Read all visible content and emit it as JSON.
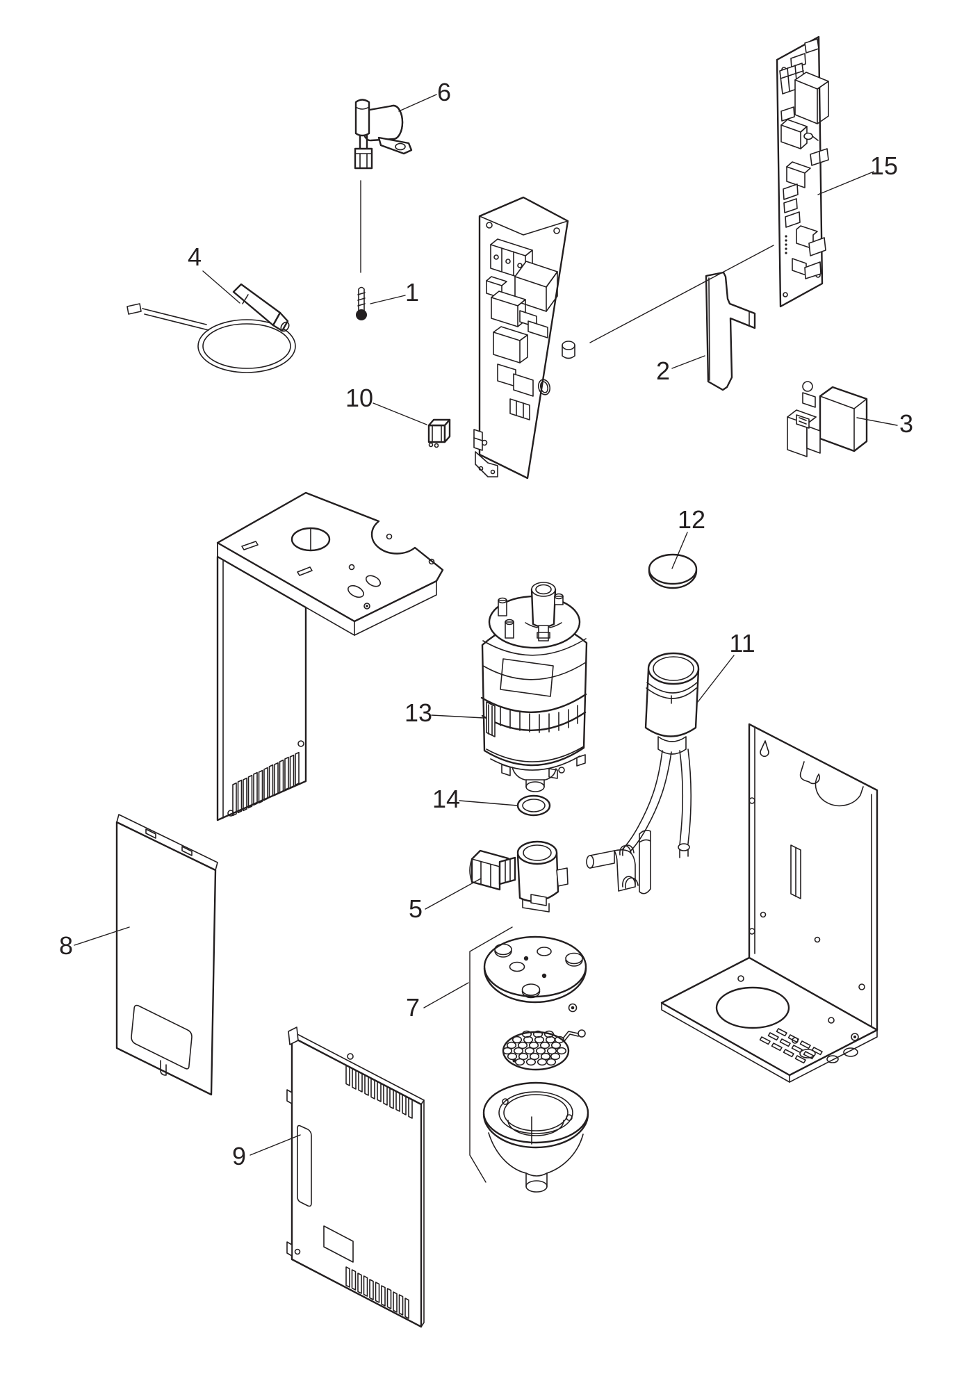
{
  "diagram": {
    "type": "exploded-parts-diagram",
    "background_color": "#ffffff",
    "line_color": "#231f20",
    "parts_count": "15"
  },
  "callouts": [
    {
      "id": "part-1",
      "number": "1"
    },
    {
      "id": "part-2",
      "number": "2"
    },
    {
      "id": "part-3",
      "number": "3"
    },
    {
      "id": "part-4",
      "number": "4"
    },
    {
      "id": "part-5",
      "number": "5"
    },
    {
      "id": "part-6",
      "number": "6"
    },
    {
      "id": "part-7",
      "number": "7"
    },
    {
      "id": "part-8",
      "number": "8"
    },
    {
      "id": "part-9",
      "number": "9"
    },
    {
      "id": "part-10",
      "number": "10"
    },
    {
      "id": "part-11",
      "number": "11"
    },
    {
      "id": "part-12",
      "number": "12"
    },
    {
      "id": "part-13",
      "number": "13"
    },
    {
      "id": "part-14",
      "number": "14"
    },
    {
      "id": "part-15",
      "number": "15"
    }
  ]
}
